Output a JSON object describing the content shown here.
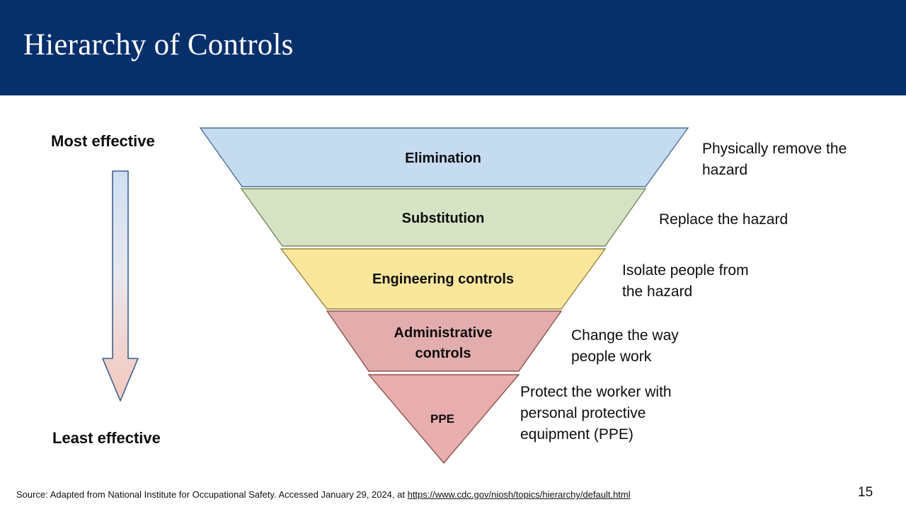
{
  "slide": {
    "title": "Hierarchy of Controls",
    "page_number": "15",
    "header_color": "#07306b",
    "background_color": "#ffffff"
  },
  "effectiveness": {
    "most_label": "Most effective",
    "least_label": "Least effective",
    "arrow": {
      "direction": "down",
      "gradient_top_color": "#cfe0f2",
      "gradient_bottom_color": "#f3c9c1",
      "outline_color": "#41618f"
    }
  },
  "chart_data": {
    "type": "funnel",
    "title": "Hierarchy of Controls",
    "orientation": "inverted-pyramid",
    "ranking_axis": "effectiveness",
    "ranking_top": "Most effective",
    "ranking_bottom": "Least effective",
    "levels": [
      {
        "rank": 1,
        "label": "Elimination",
        "description": "Physically remove the hazard",
        "fill": "#c5dbf0",
        "stroke": "#4a6f94"
      },
      {
        "rank": 2,
        "label": "Substitution",
        "description": "Replace the hazard",
        "fill": "#d5e3c4",
        "stroke": "#7b8e62"
      },
      {
        "rank": 3,
        "label": "Engineering controls",
        "description": "Isolate people from the hazard",
        "fill": "#fbe79c",
        "stroke": "#9c8640"
      },
      {
        "rank": 4,
        "label": "Administrative\ncontrols",
        "description": "Change the way people work",
        "fill": "#e3adad",
        "stroke": "#92564f"
      },
      {
        "rank": 5,
        "label": "PPE",
        "description": "Protect the worker with personal protective equipment (PPE)",
        "fill": "#e8adad",
        "stroke": "#92564f"
      }
    ]
  },
  "descriptions": [
    "Physically remove the\nhazard",
    "Replace the hazard",
    "Isolate people from\nthe hazard",
    "Change the way\npeople work",
    "Protect the worker with\npersonal protective\nequipment (PPE)"
  ],
  "footer": {
    "source_prefix": "Source: Adapted from National Institute for Occupational Safety. Accessed January 29, 2024, at ",
    "source_url": "https://www.cdc.gov/niosh/topics/hierarchy/default.html"
  }
}
